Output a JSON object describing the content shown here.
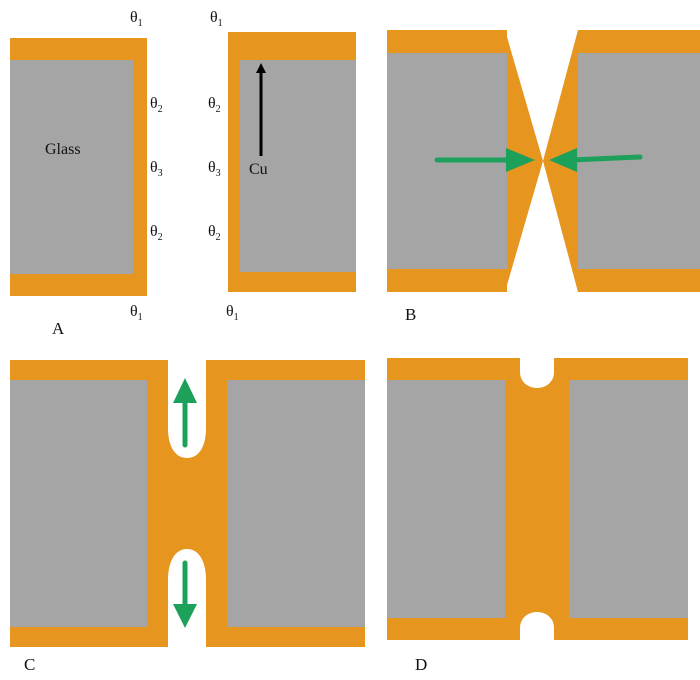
{
  "colors": {
    "copper": "#E6951F",
    "glass": "#A5A5A5",
    "arrow_green": "#1DA15A",
    "arrow_black": "#000000",
    "background": "#FFFFFF"
  },
  "theta_symbol": "θ",
  "panels": {
    "A": {
      "label": "A",
      "material_label": "Glass",
      "theta_subscripts": {
        "top": "1",
        "upper": "2",
        "middle": "3",
        "lower": "2",
        "bottom": "1"
      }
    },
    "A2": {
      "material_label": "Cu",
      "theta_subscripts": {
        "top": "1",
        "upper": "2",
        "middle": "3",
        "lower": "2",
        "bottom": "1"
      }
    },
    "B": {
      "label": "B"
    },
    "C": {
      "label": "C"
    },
    "D": {
      "label": "D"
    }
  }
}
